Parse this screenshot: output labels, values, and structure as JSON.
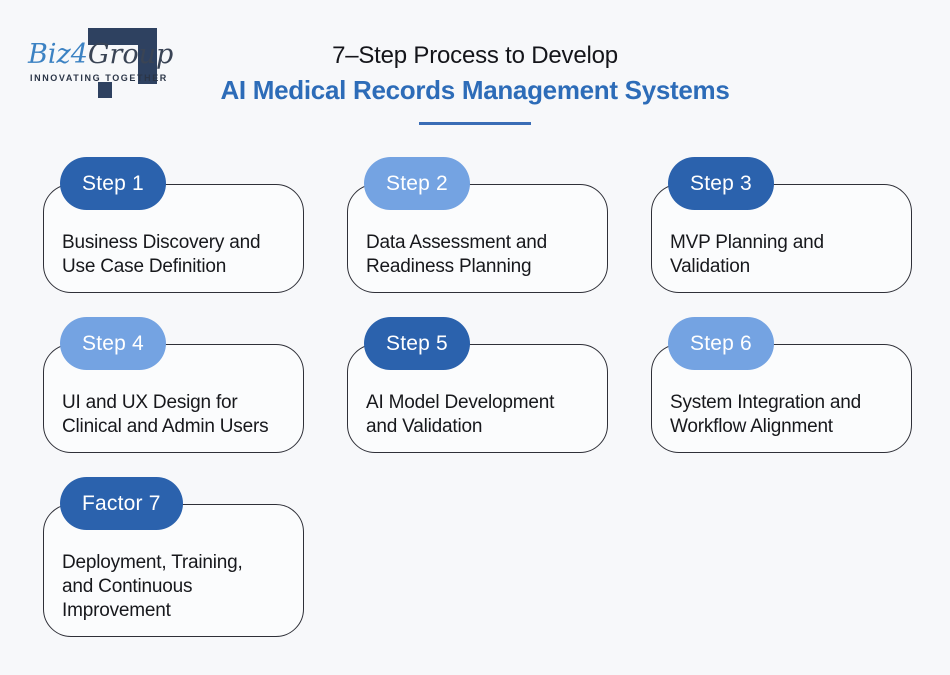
{
  "theme": {
    "background": "#f7f8fa",
    "badge_dark": "#2b62ad",
    "badge_light": "#74a3e2",
    "title_blue": "#2d6cb8",
    "card_border": "#2f3038",
    "text_dark": "#17181c",
    "logo_navy": "#2e4160",
    "logo_blue": "#3c82c3",
    "underline_blue": "#3a6db6"
  },
  "logo": {
    "name_part1": "Biz",
    "name_part2": "4",
    "name_part3": "Group",
    "tagline": "INNOVATING TOGETHER"
  },
  "header": {
    "title_line1": "7–Step Process to Develop",
    "title_line2": "AI Medical Records Management Systems"
  },
  "steps": [
    {
      "badge": "Step 1",
      "variant": "dark",
      "label": "Business Discovery and\nUse Case Definition"
    },
    {
      "badge": "Step 2",
      "variant": "light",
      "label": "Data Assessment and\nReadiness Planning"
    },
    {
      "badge": "Step 3",
      "variant": "dark",
      "label": "MVP Planning and\nValidation"
    },
    {
      "badge": "Step 4",
      "variant": "light",
      "label": "UI and UX Design for\nClinical and Admin Users"
    },
    {
      "badge": "Step 5",
      "variant": "dark",
      "label": "AI Model Development\nand Validation"
    },
    {
      "badge": "Step 6",
      "variant": "light",
      "label": "System Integration and\nWorkflow Alignment"
    },
    {
      "badge": "Factor 7",
      "variant": "dark",
      "label": "Deployment, Training,\nand Continuous\nImprovement"
    }
  ]
}
